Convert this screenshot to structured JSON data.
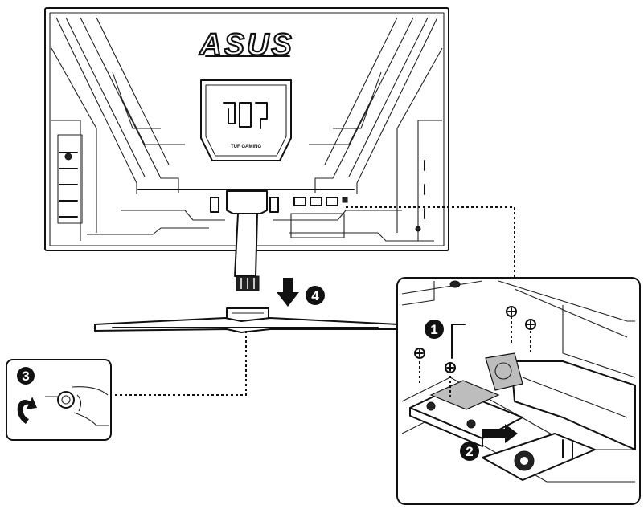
{
  "brand": {
    "logo_text": "ASUS",
    "badge_caption": "TUF GAMING"
  },
  "steps": {
    "step1": "1",
    "step2": "2",
    "step3": "3",
    "step4": "4"
  },
  "icons": {
    "step4_arrow": "down-arrow-icon",
    "step3_rotate": "counterclockwise-arrow-icon",
    "step2_arrow": "slide-arrow-icon",
    "screwdriver": "screwdriver-icon"
  },
  "colors": {
    "ink": "#111111",
    "paper": "#ffffff",
    "callout_fill": "#111111"
  }
}
